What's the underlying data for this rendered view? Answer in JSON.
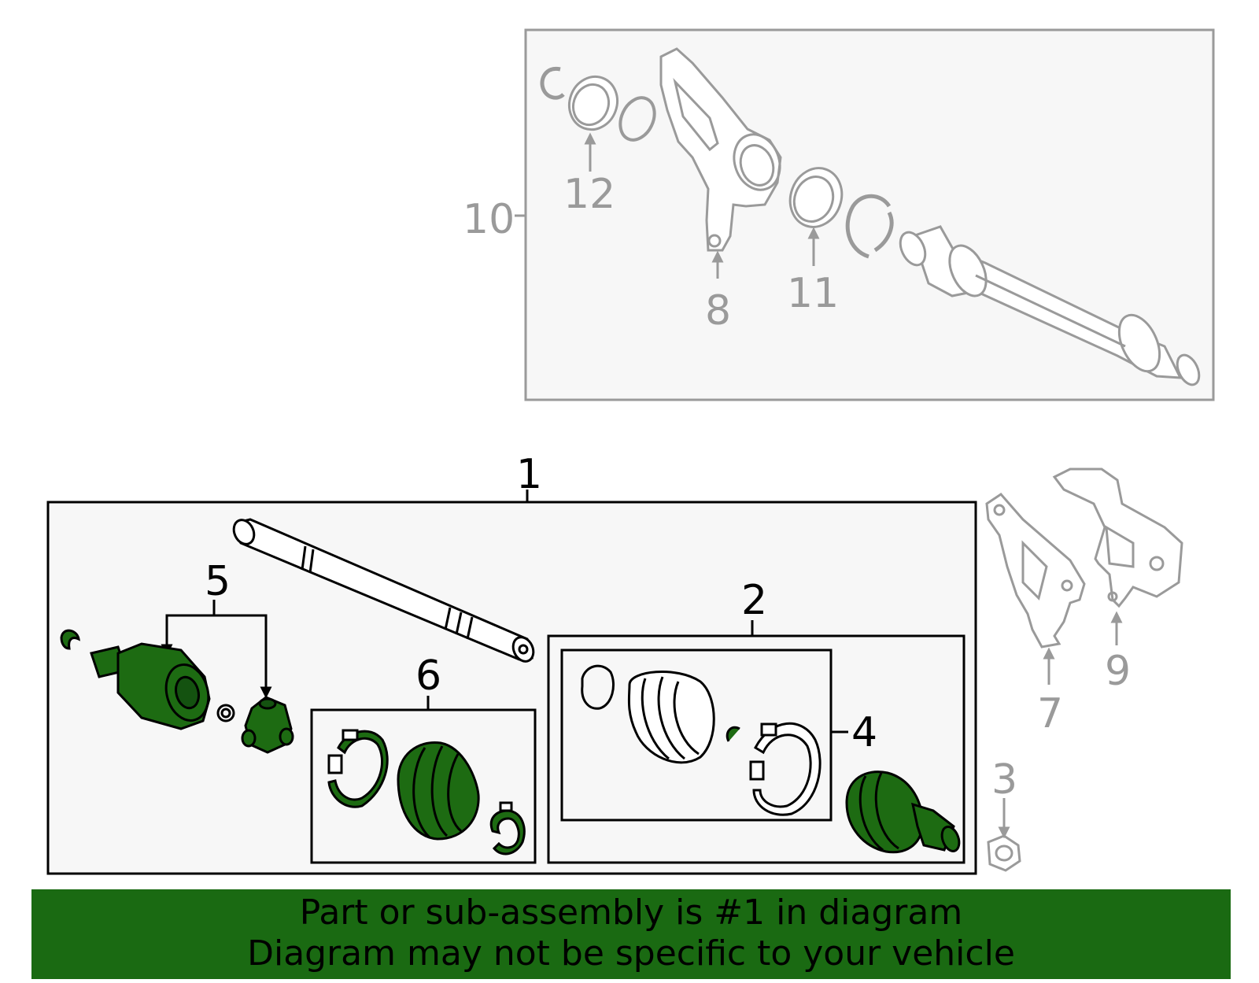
{
  "callouts": {
    "c1": "1",
    "c2": "2",
    "c3": "3",
    "c4": "4",
    "c5": "5",
    "c6": "6",
    "c7": "7",
    "c8": "8",
    "c9": "9",
    "c10": "10",
    "c11": "11",
    "c12": "12"
  },
  "banner": {
    "line1": "Part or sub-assembly is #1 in diagram",
    "line2": "Diagram may not be specific to your vehicle"
  },
  "colors": {
    "highlight_part": "#1d6b12",
    "banner_bg": "#1a6a12",
    "gray_parts": "#9a9a9a",
    "panel_bg": "#f7f7f7"
  }
}
